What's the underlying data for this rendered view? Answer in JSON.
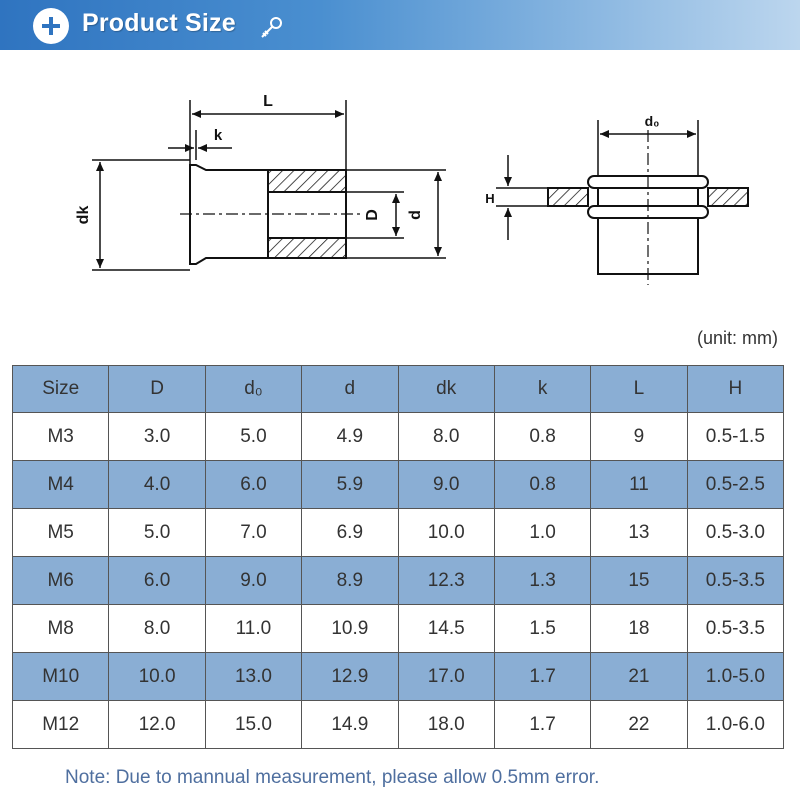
{
  "header": {
    "title": "Product Size",
    "accent_color": "#2f74c0",
    "icon": "plus-icon",
    "decor_icon": "bolt-icon"
  },
  "diagram": {
    "labels": {
      "L": "L",
      "k": "k",
      "dk": "dk",
      "D": "D",
      "d": "d",
      "d0": "d₀",
      "H": "H"
    }
  },
  "unit_note": "(unit: mm)",
  "table": {
    "header_color": "#8aaed4",
    "columns": [
      "Size",
      "D",
      "d₀",
      "d",
      "dk",
      "k",
      "L",
      "H"
    ],
    "rows": [
      [
        "M3",
        "3.0",
        "5.0",
        "4.9",
        "8.0",
        "0.8",
        "9",
        "0.5-1.5"
      ],
      [
        "M4",
        "4.0",
        "6.0",
        "5.9",
        "9.0",
        "0.8",
        "11",
        "0.5-2.5"
      ],
      [
        "M5",
        "5.0",
        "7.0",
        "6.9",
        "10.0",
        "1.0",
        "13",
        "0.5-3.0"
      ],
      [
        "M6",
        "6.0",
        "9.0",
        "8.9",
        "12.3",
        "1.3",
        "15",
        "0.5-3.5"
      ],
      [
        "M8",
        "8.0",
        "11.0",
        "10.9",
        "14.5",
        "1.5",
        "18",
        "0.5-3.5"
      ],
      [
        "M10",
        "10.0",
        "13.0",
        "12.9",
        "17.0",
        "1.7",
        "21",
        "1.0-5.0"
      ],
      [
        "M12",
        "12.0",
        "15.0",
        "14.9",
        "18.0",
        "1.7",
        "22",
        "1.0-6.0"
      ]
    ]
  },
  "footnote": "Note: Due to mannual measurement, please allow 0.5mm error."
}
